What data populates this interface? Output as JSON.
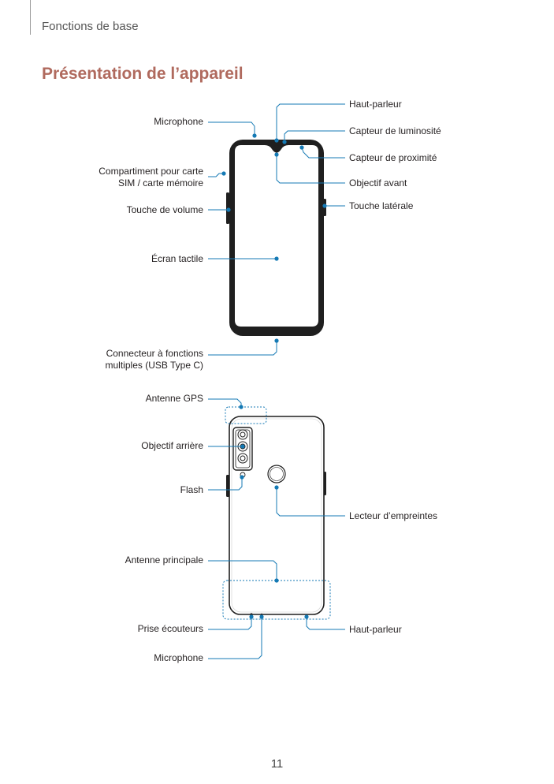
{
  "header": {
    "section": "Fonctions de base"
  },
  "title": "Présentation de l’appareil",
  "page_number": "11",
  "colors": {
    "accent": "#b06a5e",
    "callout": "#1479b4",
    "device": "#1f1f1f"
  },
  "front": {
    "left": {
      "microphone": "Microphone",
      "sim_line1": "Compartiment pour carte",
      "sim_line2": "SIM / carte mémoire",
      "volume": "Touche de volume",
      "screen": "Écran tactile",
      "usb_line1": "Connecteur à fonctions",
      "usb_line2": "multiples (USB Type C)"
    },
    "right": {
      "speaker": "Haut-parleur",
      "light_sensor": "Capteur de luminosité",
      "proximity_sensor": "Capteur de proximité",
      "front_camera": "Objectif avant",
      "side_key": "Touche latérale"
    }
  },
  "back": {
    "left": {
      "gps_antenna": "Antenne GPS",
      "rear_camera": "Objectif arrière",
      "flash": "Flash",
      "main_antenna": "Antenne principale",
      "headset_jack": "Prise écouteurs",
      "microphone": "Microphone"
    },
    "right": {
      "fingerprint": "Lecteur d’empreintes",
      "speaker": "Haut-parleur"
    }
  }
}
